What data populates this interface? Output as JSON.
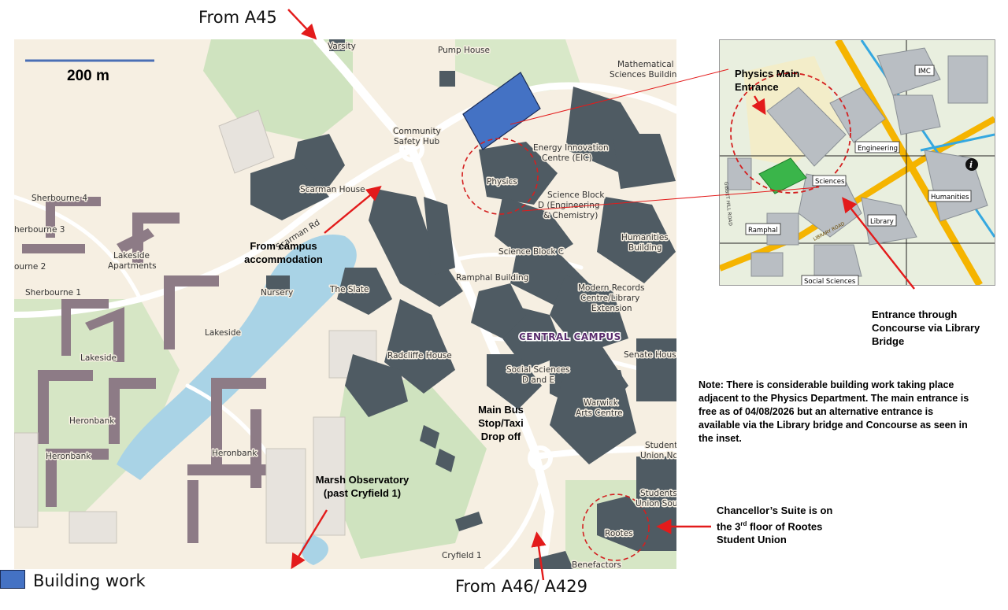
{
  "map": {
    "scale_label": "200 m",
    "district_label": "CENTRAL CAMPUS",
    "places": {
      "varsity": "Varsity",
      "pump_house": "Pump House",
      "math_1": "Mathematical",
      "math_2": "Sciences Building",
      "community_1": "Community",
      "community_2": "Safety Hub",
      "eic_1": "Energy Innovation",
      "eic_2": "Centre (EIC)",
      "physics": "Physics",
      "scarman": "Scarman House",
      "sbd_1": "Science Block",
      "sbd_2": "D (Engineering",
      "sbd_3": "& Chemistry)",
      "humanities_1": "Humanities",
      "humanities_2": "Building",
      "sbc": "Science Block C",
      "ramphal": "Ramphal Building",
      "modern_1": "Modern Records",
      "modern_2": "Centre/Library",
      "modern_3": "Extension",
      "sherbourne4": "Sherbourne 4",
      "sherbourne3": "herbourne 3",
      "sherbourne2": "ourne 2",
      "sherbourne1": "Sherbourne 1",
      "lakeside_apts_1": "Lakeside",
      "lakeside_apts_2": "Apartments",
      "nursery": "Nursery",
      "slate": "The Slate",
      "lakeside_e": "Lakeside",
      "lakeside_w": "Lakeside",
      "radcliffe": "Radcliffe House",
      "senate": "Senate House",
      "socsci_1": "Social Sciences",
      "socsci_2": "D and E",
      "arts_1": "Warwick",
      "arts_2": "Arts Centre",
      "heronbank_1": "Heronbank",
      "heronbank_2": "Heronbank",
      "heronbank_3": "Heronbank",
      "student_union_n": "Student",
      "student_union_n2": "Union No",
      "student_union_s": "Students",
      "student_union_s2": "Union Sou",
      "rootes": "Rootes",
      "cryfield": "Cryfield 1",
      "benefactors": "Benefactors",
      "scarman_rd": "Scarman Rd"
    }
  },
  "inset": {
    "physics_entrance_1": "Physics Main",
    "physics_entrance_2": "Entrance",
    "imc": "IMC",
    "engineering": "Engineering",
    "sciences": "Sciences",
    "humanities": "Humanities",
    "library": "Library",
    "ramphal": "Ramphal",
    "social_sciences": "Social Sciences",
    "library_road": "LIBRARY ROAD",
    "gibbet_road": "GIBBET HILL ROAD",
    "info_icon": "i"
  },
  "annotations": {
    "from_a45": "From A45",
    "from_campus_1": "From campus",
    "from_campus_2": "accommodation",
    "bus_1": "Main Bus",
    "bus_2": "Stop/Taxi",
    "bus_3": "Drop off",
    "marsh_1": "Marsh Observatory",
    "marsh_2": "(past Cryfield 1)",
    "from_a46": "From A46/ A429",
    "library_bridge_1": "Entrance through",
    "library_bridge_2": "Concourse via Library",
    "library_bridge_3": "Bridge",
    "note_1": "Note:  There is considerable building work taking place",
    "note_2": "adjacent to the Physics Department. The main entrance is",
    "note_3": "free as of 04/08/2026 but an alternative entrance is",
    "note_4": "available via the Library bridge and Concourse as seen in",
    "note_5": "the inset.",
    "chancellor_1": "Chancellor’s Suite is on",
    "chancellor_2a": "the 3",
    "chancellor_2sup": "rd",
    "chancellor_2b": " floor of Rootes",
    "chancellor_3": "Student Union"
  },
  "legend": {
    "label": "Building work",
    "color": "#4472c4"
  },
  "colors": {
    "arrow": "#e31b1b",
    "building": "#4f5b63",
    "residence": "#8d7b86",
    "land": "#f6efe2",
    "park": "#cfe3bf",
    "water": "#a9d3e6",
    "road_yellow": "#f5b400",
    "road_blue": "#35a8e0"
  }
}
